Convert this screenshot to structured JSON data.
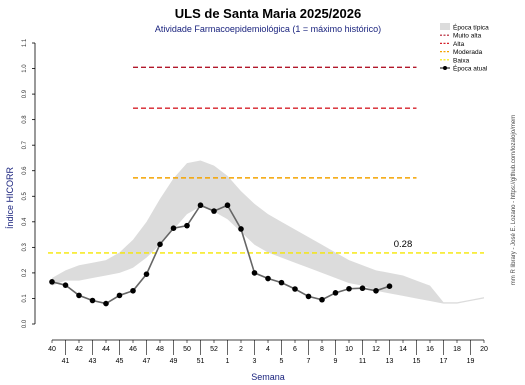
{
  "chart_data": {
    "type": "line",
    "title": "ULS de Santa Maria 2025/2026",
    "subtitle": "Atividade Farmacoepidemiológica (1 = máximo histórico)",
    "xlabel": "Semana",
    "ylabel": "Índice HICORR",
    "credit": "mm R library - José E. Lozano - https://github.com/lozalojo/mem",
    "ylim": [
      0,
      1.1
    ],
    "y_ticks": [
      "0.0",
      "0.1",
      "0.2",
      "0.3",
      "0.4",
      "0.5",
      "0.6",
      "0.7",
      "0.8",
      "0.9",
      "1.0",
      "1.1"
    ],
    "x_ticks_upper": [
      "40",
      "42",
      "44",
      "46",
      "48",
      "50",
      "52",
      "2",
      "4",
      "6",
      "8",
      "10",
      "12",
      "14",
      "16",
      "18",
      "20"
    ],
    "x_ticks_lower": [
      "41",
      "43",
      "45",
      "47",
      "49",
      "51",
      "1",
      "3",
      "5",
      "7",
      "9",
      "11",
      "13",
      "15",
      "17",
      "19"
    ],
    "weeks": [
      "40",
      "41",
      "42",
      "43",
      "44",
      "45",
      "46",
      "47",
      "48",
      "49",
      "50",
      "51",
      "52",
      "1",
      "2",
      "3",
      "4",
      "5",
      "6",
      "7",
      "8",
      "9",
      "10",
      "11",
      "12",
      "13",
      "14",
      "15",
      "16",
      "17",
      "18",
      "19",
      "20"
    ],
    "thresholds": [
      {
        "name": "Muito alta",
        "value": 1.005,
        "color": "#b2182b"
      },
      {
        "name": "Alta",
        "value": 0.845,
        "color": "#d6202a"
      },
      {
        "name": "Moderada",
        "value": 0.572,
        "color": "#f4a300"
      },
      {
        "name": "Baixa",
        "value": 0.278,
        "color": "#f5e600"
      }
    ],
    "typical_season": {
      "name": "Época típica",
      "color": "#dcdcdc",
      "upper": [
        0.18,
        0.21,
        0.23,
        0.24,
        0.25,
        0.28,
        0.33,
        0.4,
        0.49,
        0.57,
        0.63,
        0.64,
        0.62,
        0.58,
        0.52,
        0.47,
        0.43,
        0.4,
        0.37,
        0.34,
        0.31,
        0.28,
        0.25,
        0.23,
        0.21,
        0.2,
        0.19,
        0.17,
        0.15,
        null,
        null,
        null,
        null
      ],
      "lower": [
        0.15,
        0.17,
        0.17,
        0.18,
        0.19,
        0.2,
        0.22,
        0.26,
        0.31,
        0.37,
        0.43,
        0.46,
        0.44,
        0.41,
        0.36,
        0.31,
        0.28,
        0.26,
        0.24,
        0.22,
        0.2,
        0.18,
        0.16,
        0.15,
        0.13,
        0.12,
        0.11,
        0.1,
        0.09,
        0.08,
        0.08,
        0.09,
        0.1
      ]
    },
    "series": [
      {
        "name": "Época atual",
        "color": "#000000",
        "values": [
          0.165,
          0.152,
          0.112,
          0.092,
          0.08,
          0.112,
          0.13,
          0.195,
          0.312,
          0.375,
          0.385,
          0.465,
          0.442,
          0.465,
          0.372,
          0.2,
          0.178,
          0.162,
          0.137,
          0.108,
          0.095,
          0.122,
          0.138,
          0.14,
          0.13,
          0.148,
          null,
          null,
          null,
          null,
          null,
          null,
          null
        ]
      }
    ],
    "annotation": {
      "text": "0.28"
    }
  }
}
